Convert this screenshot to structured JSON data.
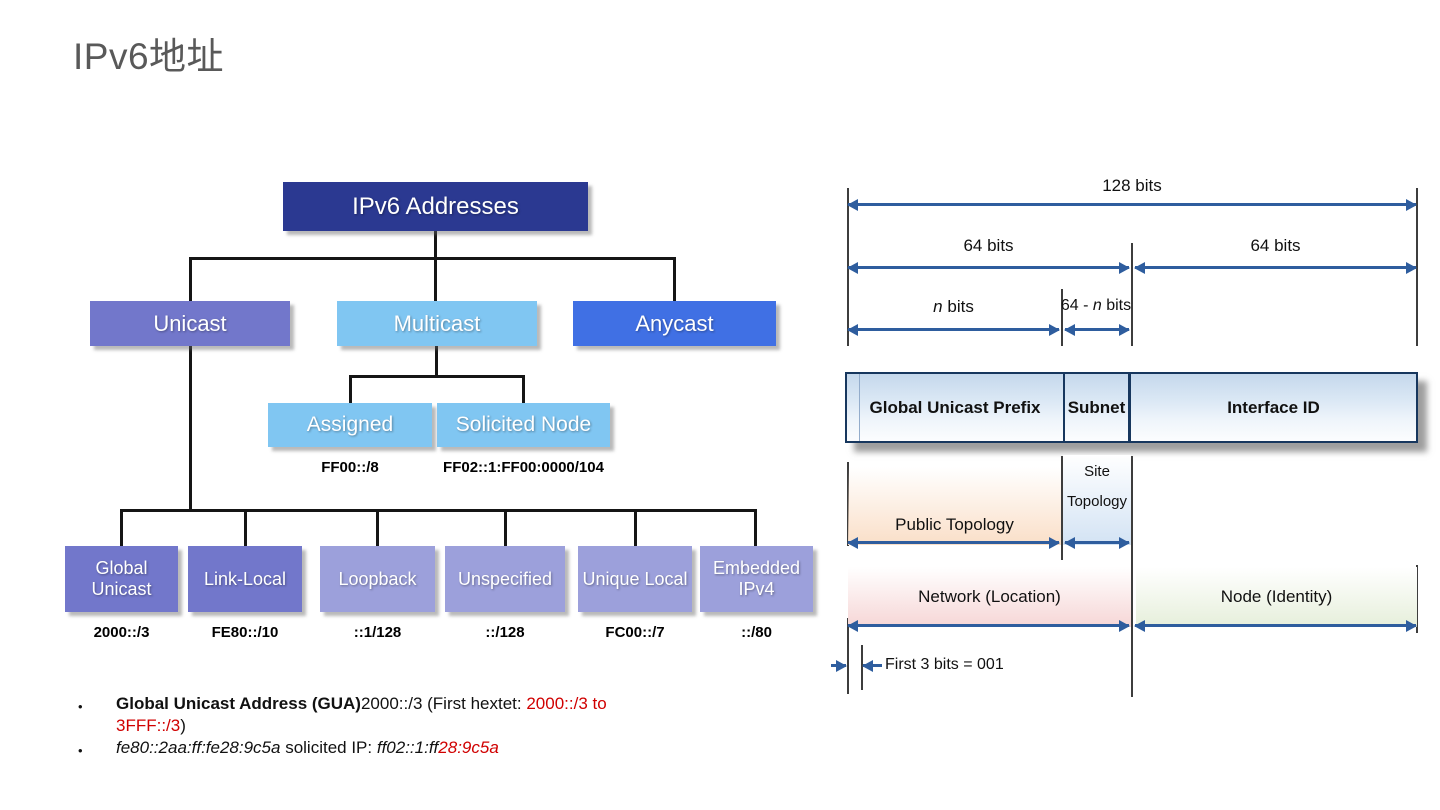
{
  "title": "IPv6地址",
  "tree": {
    "root_label": "IPv6 Addresses",
    "unicast": "Unicast",
    "multicast": "Multicast",
    "anycast": "Anycast",
    "assigned": "Assigned",
    "assigned_prefix": "FF00::/8",
    "solicited": "Solicited Node",
    "solicited_prefix": "FF02::1:FF00:0000/104",
    "leaves": [
      {
        "label": "Global Unicast",
        "prefix": "2000::/3"
      },
      {
        "label": "Link-Local",
        "prefix": "FE80::/10"
      },
      {
        "label": "Loopback",
        "prefix": "::1/128"
      },
      {
        "label": "Unspecified",
        "prefix": "::/128"
      },
      {
        "label": "Unique Local",
        "prefix": "FC00::/7"
      },
      {
        "label": "Embedded IPv4",
        "prefix": "::/80"
      }
    ]
  },
  "bits": {
    "total": "128 bits",
    "left64": "64 bits",
    "right64": "64 bits",
    "n_italic": "n",
    "n_rest": " bits",
    "minus_pre": "64 - ",
    "minus_italic": "n",
    "minus_rest": " bits",
    "field_prefix": "Global Unicast Prefix",
    "field_subnet": "Subnet",
    "field_interface": "Interface ID",
    "public_topology": "Public Topology",
    "site_line1": "Site",
    "site_line2": "Topology",
    "network": "Network (Location)",
    "node": "Node (Identity)",
    "first3": "First 3 bits = 001"
  },
  "bullets": {
    "marker": "•",
    "b1_bold": "Global Unicast Address (GUA)",
    "b1_normal": "2000::/3 (First hextet: ",
    "b1_red1": "2000::/3 to",
    "b1_red2": "3FFF::/3",
    "b1_close": ")",
    "b2_italic1": "fe80::2aa:ff:fe28:9c5a",
    "b2_mid": " solicited IP: ",
    "b2_italic2": "ff02::1:ff",
    "b2_red": "28:9c5a"
  },
  "colors": {
    "root_box": "#2b3991",
    "unicast_box": "#7277cb",
    "multicast_box": "#80c6f2",
    "anycast_box": "#4070e4",
    "light_leaf_box": "#9ca0db",
    "arrow": "#2e5d9e",
    "red_text": "#d00000",
    "title_gray": "#595959"
  }
}
